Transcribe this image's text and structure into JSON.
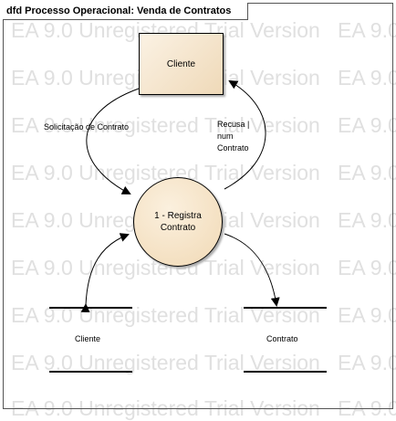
{
  "diagram": {
    "title": "dfd Processo Operacional: Venda de Contratos",
    "watermark": "EA 9.0 Unregistered Trial Version",
    "external_entity": {
      "label": "Cliente"
    },
    "process": {
      "label": "1 - Registra Contrato"
    },
    "flows": {
      "request": "Solicitação de Contrato",
      "response_line1": "Recusa |",
      "response_line2": "num",
      "response_line3": "Contrato"
    },
    "data_stores": [
      {
        "label": "Cliente"
      },
      {
        "label": "Contrato"
      }
    ]
  }
}
